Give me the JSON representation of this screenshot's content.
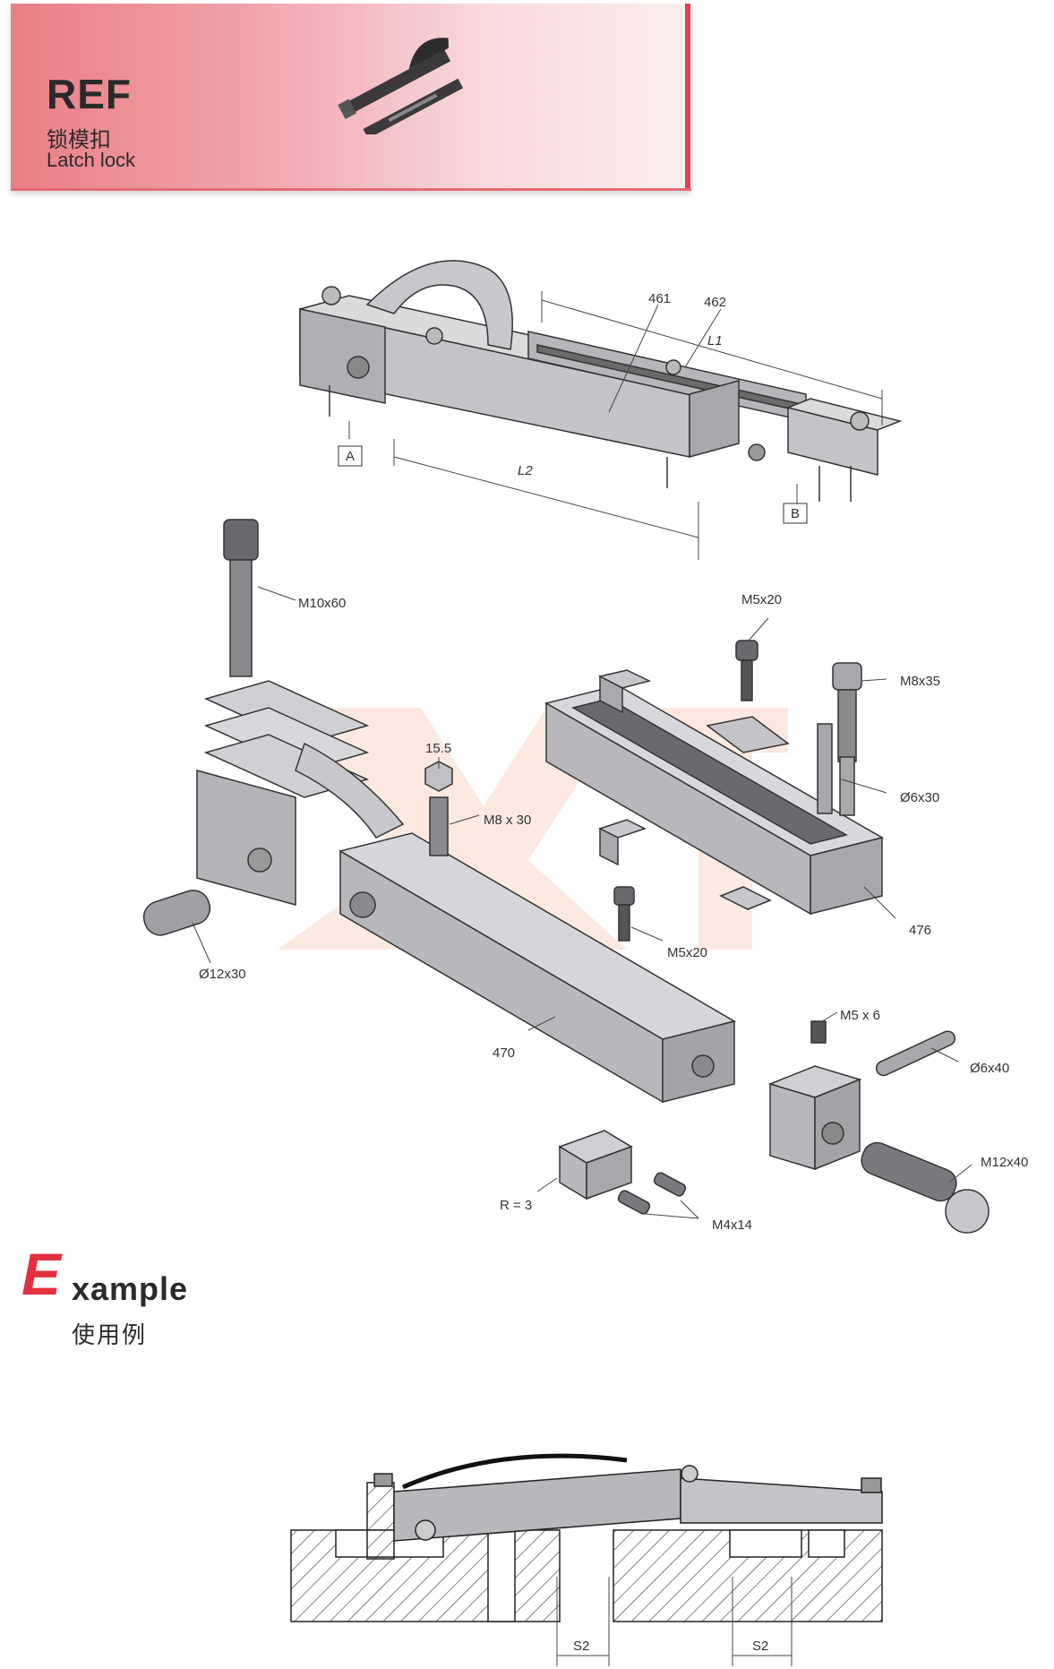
{
  "header": {
    "code": "REF",
    "name_cn": "锁模扣",
    "name_en": "Latch lock"
  },
  "colors": {
    "accent": "#e3303f",
    "band_start": "#ea7e87",
    "band_end": "#fcefef",
    "part_fill": "#b8b8bc"
  },
  "assembly_labels": {
    "part_461": "461",
    "part_462": "462",
    "dim_l1": "L1",
    "dim_l2": "L2",
    "datum_a": "A",
    "datum_b": "B"
  },
  "exploded_labels": {
    "bolt_m10x60": "M10x60",
    "screw_m5x20_top": "M5x20",
    "bolt_m8x35": "M8x35",
    "nut_15_5": "15.5",
    "stud_m8x30": "M8 x 30",
    "pin_6x30": "Ø6x30",
    "part_476": "476",
    "screw_m5x20_mid": "M5x20",
    "pin_12x30": "Ø12x30",
    "part_470": "470",
    "set_m5x6": "M5 x 6",
    "pin_6x40": "Ø6x40",
    "bolt_m12x40": "M12x40",
    "radius_r3": "R = 3",
    "screw_m4x14": "M4x14"
  },
  "example": {
    "letter": "E",
    "rest": "xample",
    "cn": "使用例",
    "s2_left": "S2",
    "s2_right": "S2"
  }
}
